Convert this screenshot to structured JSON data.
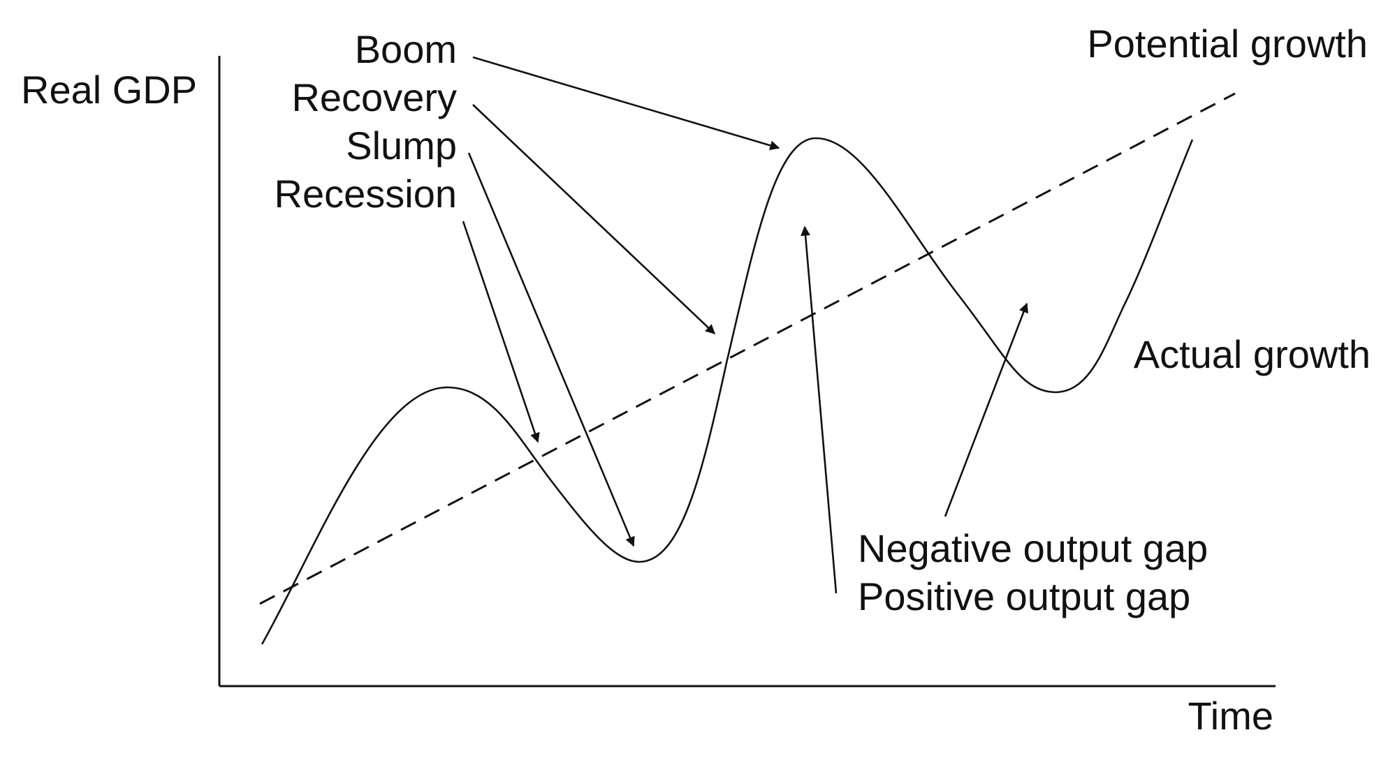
{
  "diagram": {
    "axes": {
      "y_label": "Real GDP",
      "x_label": "Time"
    },
    "lines": {
      "potential_label": "Potential growth",
      "actual_label": "Actual growth"
    },
    "phases": {
      "boom": "Boom",
      "recovery": "Recovery",
      "slump": "Slump",
      "recession": "Recession"
    },
    "gaps": {
      "negative": "Negative output gap",
      "positive": "Positive output gap"
    },
    "colors": {
      "ink": "#111111",
      "background": "#ffffff"
    }
  }
}
